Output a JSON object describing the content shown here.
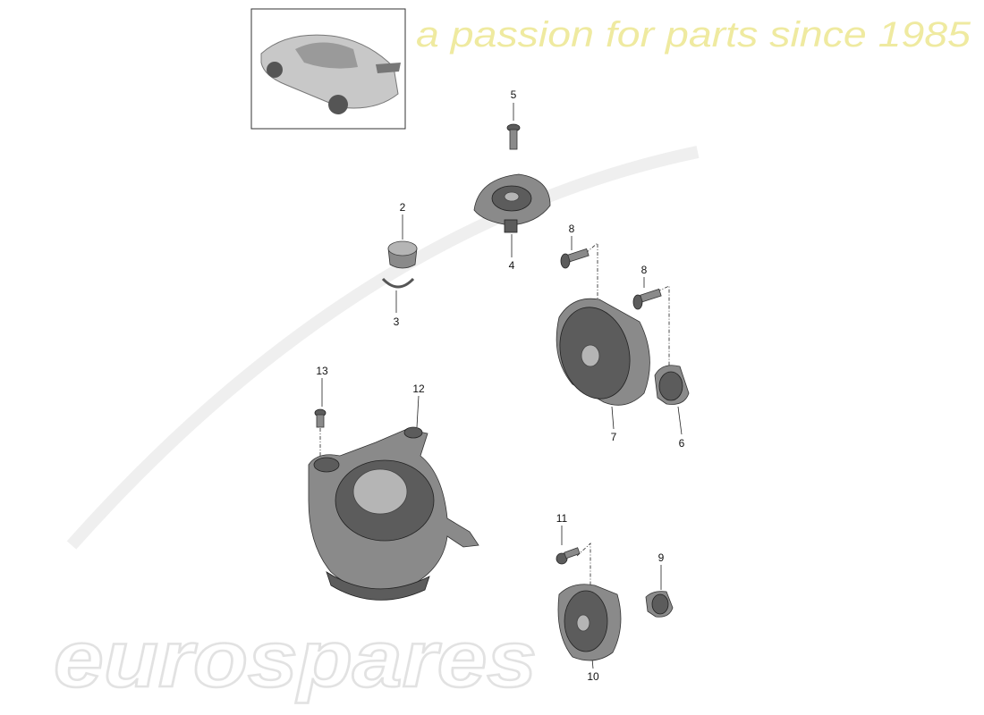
{
  "watermark": {
    "brand": "eurospares",
    "tagline": "a passion for parts since 1985",
    "tagline_color": "#f3f0b0"
  },
  "thumbnail": {
    "icon": "car-rear-view-icon"
  },
  "callouts": [
    {
      "id": "5",
      "label": "5"
    },
    {
      "id": "2",
      "label": "2"
    },
    {
      "id": "4",
      "label": "4"
    },
    {
      "id": "8a",
      "label": "8"
    },
    {
      "id": "8b",
      "label": "8"
    },
    {
      "id": "3",
      "label": "3"
    },
    {
      "id": "13",
      "label": "13"
    },
    {
      "id": "12",
      "label": "12"
    },
    {
      "id": "7",
      "label": "7"
    },
    {
      "id": "6",
      "label": "6"
    },
    {
      "id": "11",
      "label": "11"
    },
    {
      "id": "9",
      "label": "9"
    },
    {
      "id": "10",
      "label": "10"
    }
  ]
}
